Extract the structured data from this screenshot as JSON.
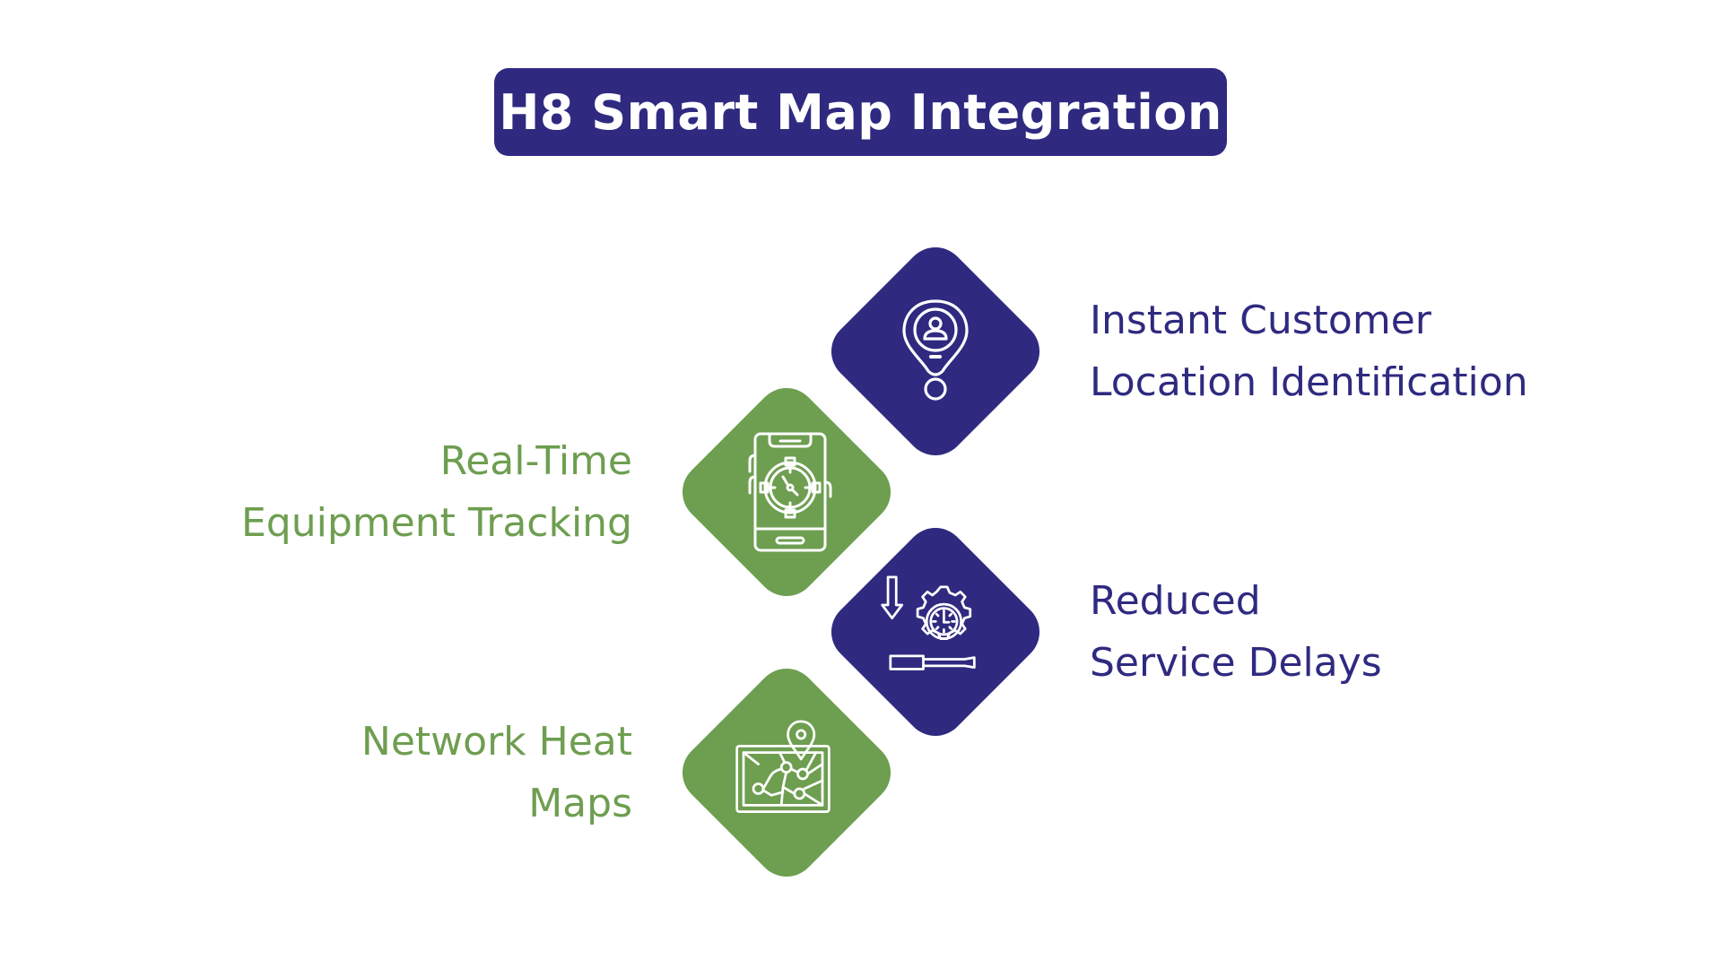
{
  "title": "H8 Smart Map Integration",
  "colors": {
    "primary_blue": "#2f2a80",
    "accent_green": "#6e9e50",
    "background": "#ffffff",
    "icon_stroke": "#ffffff"
  },
  "items": [
    {
      "side": "right",
      "color": "blue",
      "icon": "location-pin-person-icon",
      "lines": [
        "Instant Customer",
        "Location Identification"
      ]
    },
    {
      "side": "left",
      "color": "green",
      "icon": "phone-tracking-icon",
      "lines": [
        "Real-Time",
        "Equipment Tracking"
      ]
    },
    {
      "side": "right",
      "color": "blue",
      "icon": "gear-clock-screwdriver-icon",
      "lines": [
        "Reduced",
        "Service Delays"
      ]
    },
    {
      "side": "left",
      "color": "green",
      "icon": "network-map-icon",
      "lines": [
        "Network Heat",
        "Maps"
      ]
    }
  ]
}
